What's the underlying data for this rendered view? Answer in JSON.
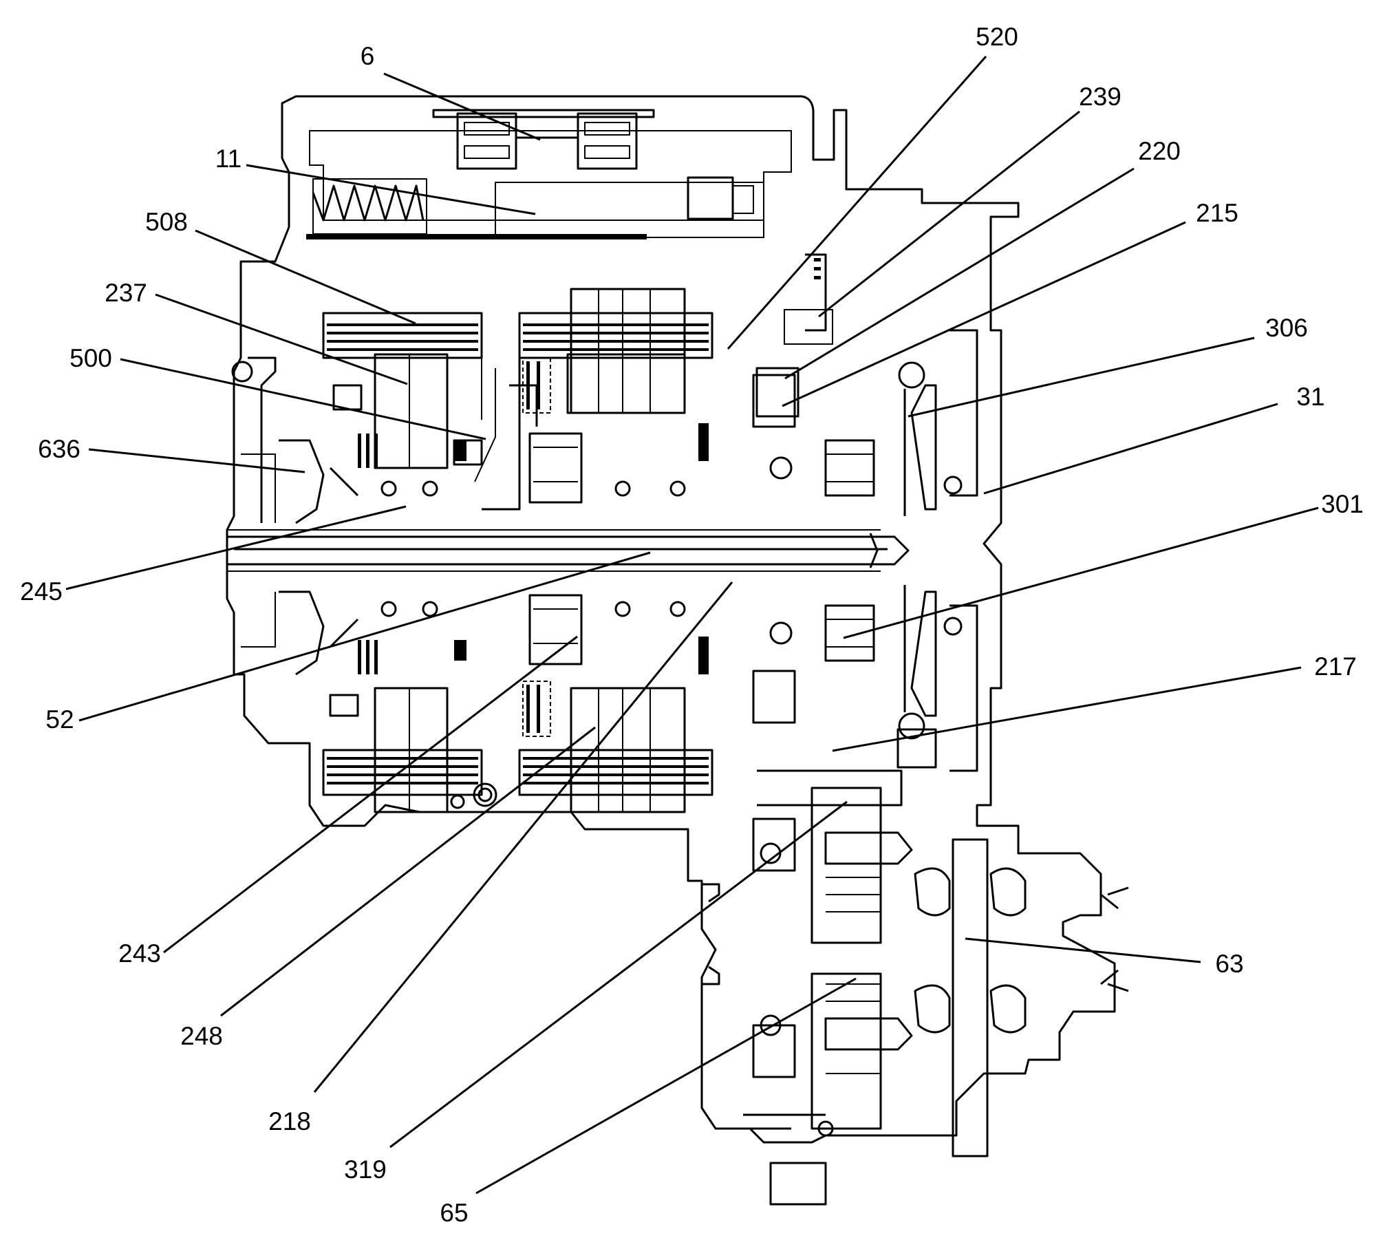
{
  "diagram": {
    "callouts": [
      {
        "id": "c6",
        "text": "6"
      },
      {
        "id": "c11",
        "text": "11"
      },
      {
        "id": "c508",
        "text": "508"
      },
      {
        "id": "c237",
        "text": "237"
      },
      {
        "id": "c500",
        "text": "500"
      },
      {
        "id": "c636",
        "text": "636"
      },
      {
        "id": "c245",
        "text": "245"
      },
      {
        "id": "c52",
        "text": "52"
      },
      {
        "id": "c243",
        "text": "243"
      },
      {
        "id": "c248",
        "text": "248"
      },
      {
        "id": "c218",
        "text": "218"
      },
      {
        "id": "c319",
        "text": "319"
      },
      {
        "id": "c65",
        "text": "65"
      },
      {
        "id": "c63",
        "text": "63"
      },
      {
        "id": "c217",
        "text": "217"
      },
      {
        "id": "c301",
        "text": "301"
      },
      {
        "id": "c31",
        "text": "31"
      },
      {
        "id": "c306",
        "text": "306"
      },
      {
        "id": "c215",
        "text": "215"
      },
      {
        "id": "c220",
        "text": "220"
      },
      {
        "id": "c239",
        "text": "239"
      },
      {
        "id": "c520",
        "text": "520"
      }
    ]
  }
}
